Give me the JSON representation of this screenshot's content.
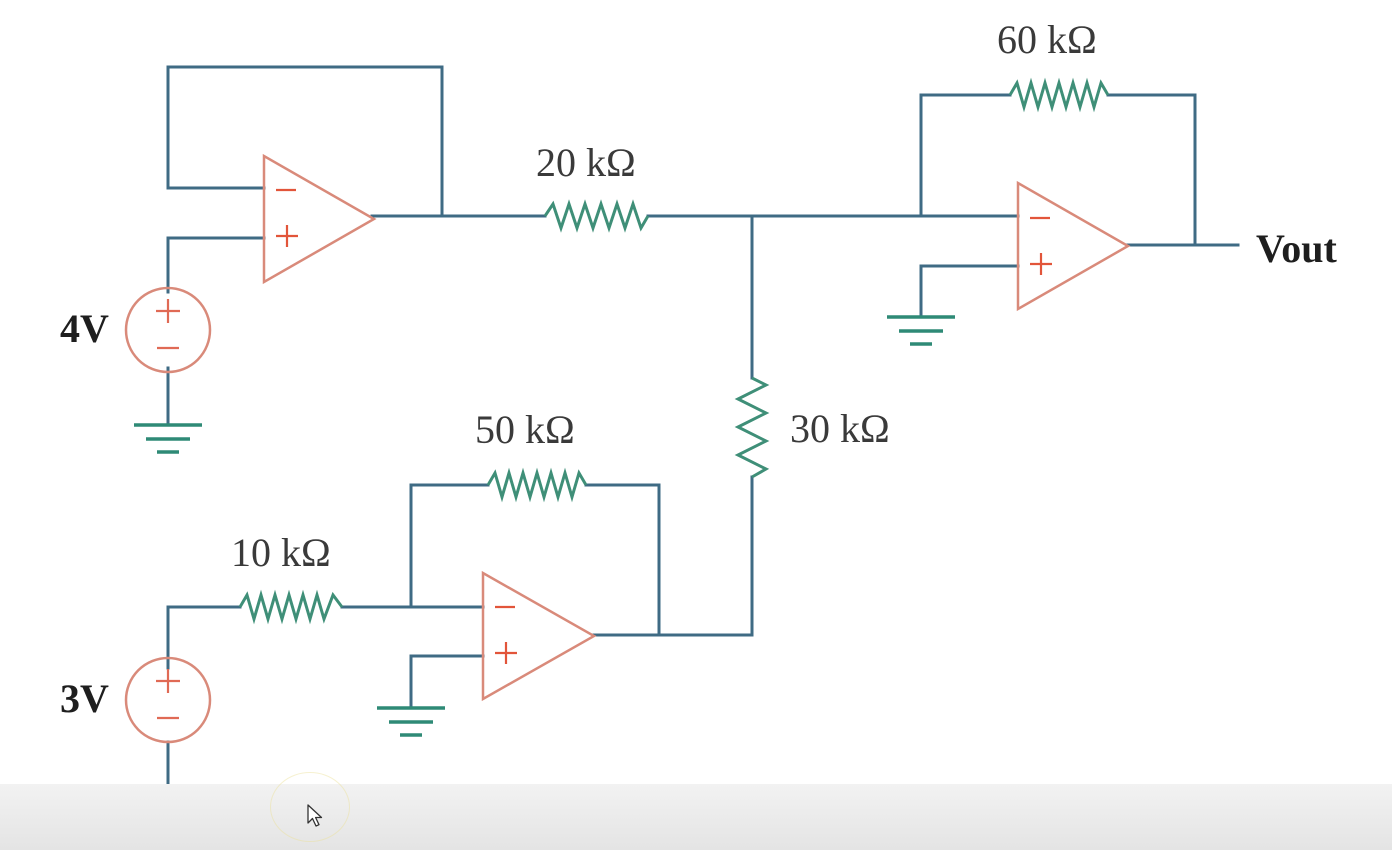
{
  "labels": {
    "r_20k": "20 kΩ",
    "r_60k": "60 kΩ",
    "r_50k": "50 kΩ",
    "r_10k": "10 kΩ",
    "r_30k": "30 kΩ",
    "src_4v": "4V",
    "src_3v": "3V",
    "output": "Vout"
  },
  "symbols": {
    "minus": "−",
    "plus": "+"
  },
  "icons": {
    "cursor": "mouse-pointer-icon"
  },
  "colors": {
    "wire": "#3f6b84",
    "resistor": "#3f8f78",
    "ground": "#2e8a76",
    "component": "#d98a7a",
    "sign": "#e2553a"
  }
}
